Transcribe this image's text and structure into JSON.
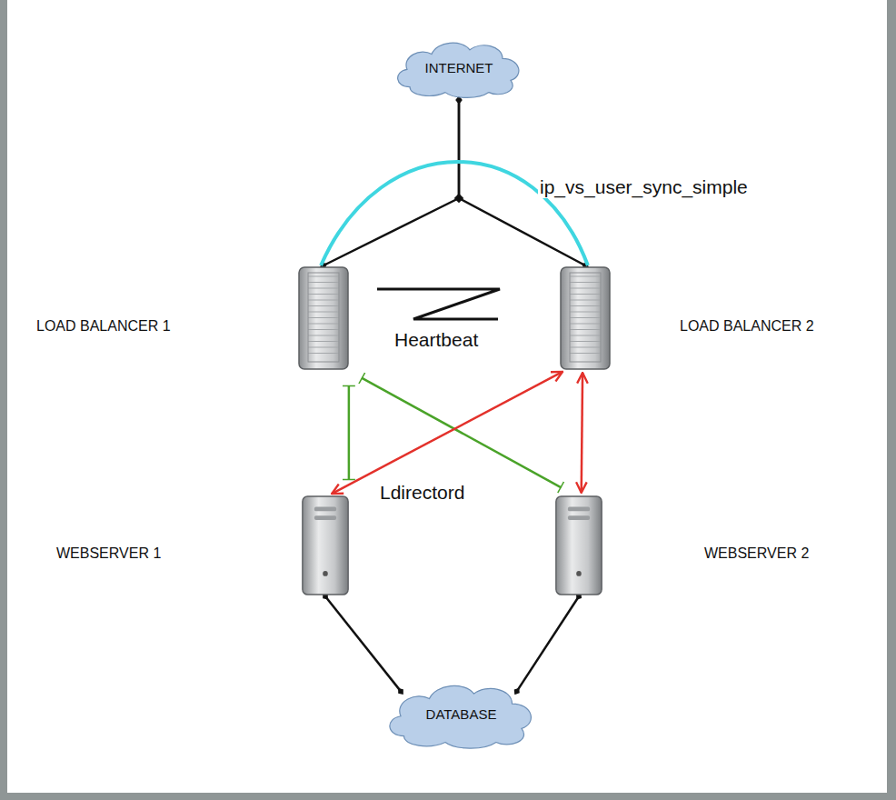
{
  "diagram": {
    "nodes": [
      {
        "text": [
          "INTERNET"
        ]
      },
      {
        "text": [
          "LOAD BALANCER 1"
        ]
      },
      {
        "text": [
          "LOAD BALANCER 2"
        ]
      },
      {
        "text": [
          "WEBSERVER 1"
        ]
      },
      {
        "text": [
          "WEBSERVER 2"
        ]
      },
      {
        "text": [
          "DATABASE"
        ]
      }
    ],
    "edges": [
      {
        "from": 0,
        "to": 1,
        "arrow": "none"
      },
      {
        "from": 0,
        "to": 2,
        "arrow": "none"
      },
      {
        "from": 1,
        "to": 2,
        "label": "ip_vs_user_sync_simple",
        "arrow": "none"
      },
      {
        "from": 1,
        "to": 3,
        "arrow": "none"
      },
      {
        "from": 1,
        "to": 4,
        "arrow": "none"
      },
      {
        "from": 3,
        "to": 2,
        "arrow": "both"
      },
      {
        "from": 4,
        "to": 2,
        "arrow": "both"
      },
      {
        "from": 3,
        "to": 5,
        "arrow": "none"
      },
      {
        "from": 4,
        "to": 5,
        "arrow": "none"
      }
    ],
    "labels": [
      "Heartbeat",
      "Ldirectord"
    ]
  }
}
